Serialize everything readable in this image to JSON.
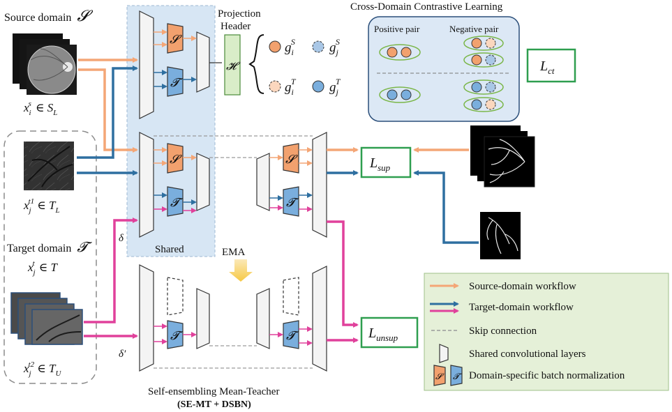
{
  "labels": {
    "source_domain": "Source domain",
    "source_symbol": "𝓢",
    "source_labeled": "x_i^s ∈ S_L",
    "target_labeled": "x_j^t1 ∈ T_L",
    "target_domain": "Target domain",
    "target_symbol": "𝓣",
    "target_sample": "x_j^t ∈ T",
    "target_unlabeled": "x_j^t2 ∈ T_U",
    "projection_header": [
      "Projection",
      "Header"
    ],
    "projection_symbol": "𝓗",
    "shared": "Shared",
    "ema": "EMA",
    "delta": "δ",
    "delta_prime": "δ′",
    "se_mt_title": "Self-ensembling Mean-Teacher",
    "se_mt_sub": "(SE-MT + DSBN)",
    "bn_source": "𝓢",
    "bn_target": "𝓣"
  },
  "contrastive": {
    "title": "Cross-Domain Contrastive Learning",
    "positive": "Positive pair",
    "negative": "Negative pair",
    "g_is": "g_i^S",
    "g_js": "g_j^S",
    "g_it": "g_i^T",
    "g_jt": "g_j^T"
  },
  "losses": {
    "ct": "L_ct",
    "sup": "L_sup",
    "unsup": "L_unsup"
  },
  "legend": {
    "items": [
      "Source-domain workflow",
      "Target-domain workflow",
      "Skip connection",
      "Shared convolutional layers",
      "Domain-specific batch normalization"
    ]
  },
  "colors": {
    "source_orange": "#F4A676",
    "target_blue": "#2E6FA0",
    "target_magenta": "#E0419B",
    "bn_orange": "#F2A16E",
    "bn_blue": "#7AAEDD",
    "loss_green": "#2E9E4F",
    "legend_bg": "#E5F0D8",
    "contrast_bg": "#DCE8F5",
    "shared_bg": "#D7E6F4",
    "header_green": "#D9EDC8"
  }
}
